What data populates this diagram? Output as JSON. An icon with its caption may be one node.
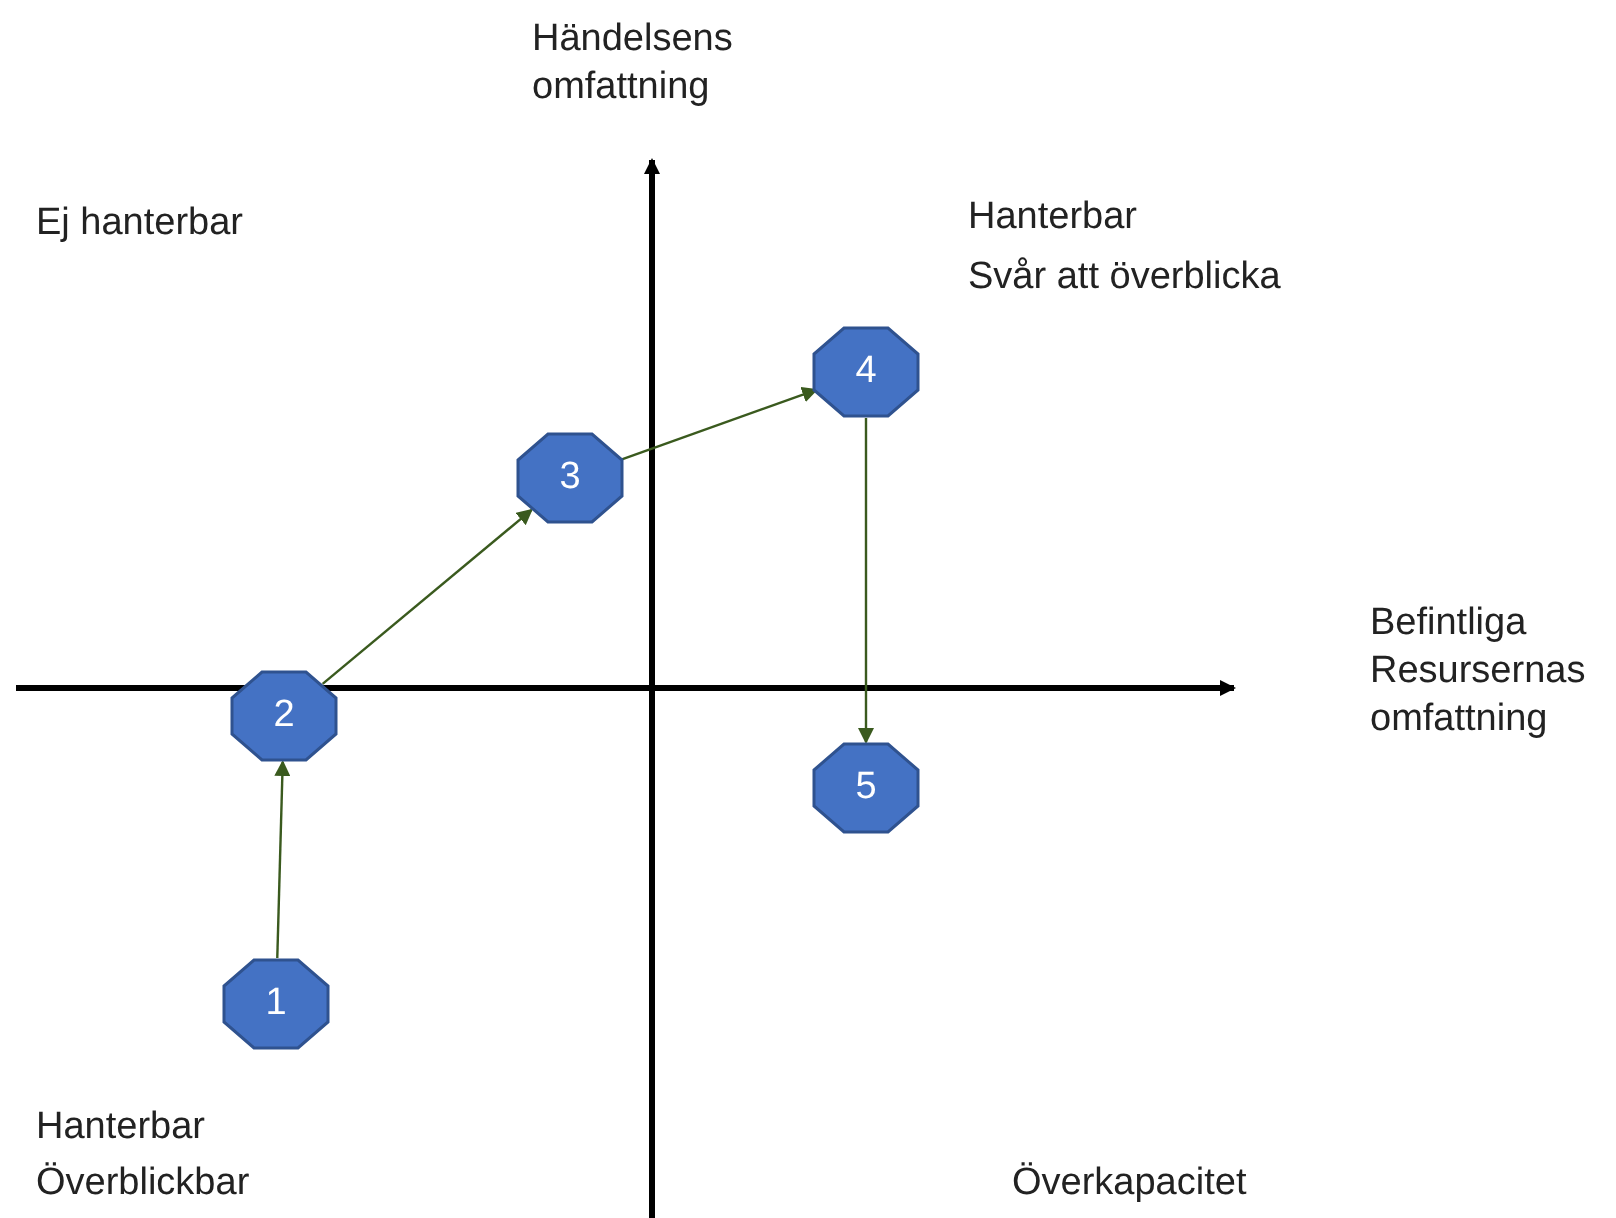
{
  "diagram": {
    "nodes": [
      {
        "text": [
          "1"
        ]
      },
      {
        "text": [
          "2"
        ]
      },
      {
        "text": [
          "3"
        ]
      },
      {
        "text": [
          "4"
        ]
      },
      {
        "text": [
          "5"
        ]
      }
    ],
    "edges": [
      {
        "from": 0,
        "to": 1,
        "arrow": "to"
      },
      {
        "from": 1,
        "to": 2,
        "arrow": "to"
      },
      {
        "from": 2,
        "to": 3,
        "arrow": "to"
      },
      {
        "from": 3,
        "to": 4,
        "arrow": "to"
      }
    ],
    "labels": [
      "Händelsens omfattning",
      "Ej hanterbar",
      "Hanterbar",
      "Svår att överblicka",
      "Befintliga Resursernas omfattning",
      "Hanterbar",
      "Överblickbar",
      "Överkapacitet"
    ]
  }
}
